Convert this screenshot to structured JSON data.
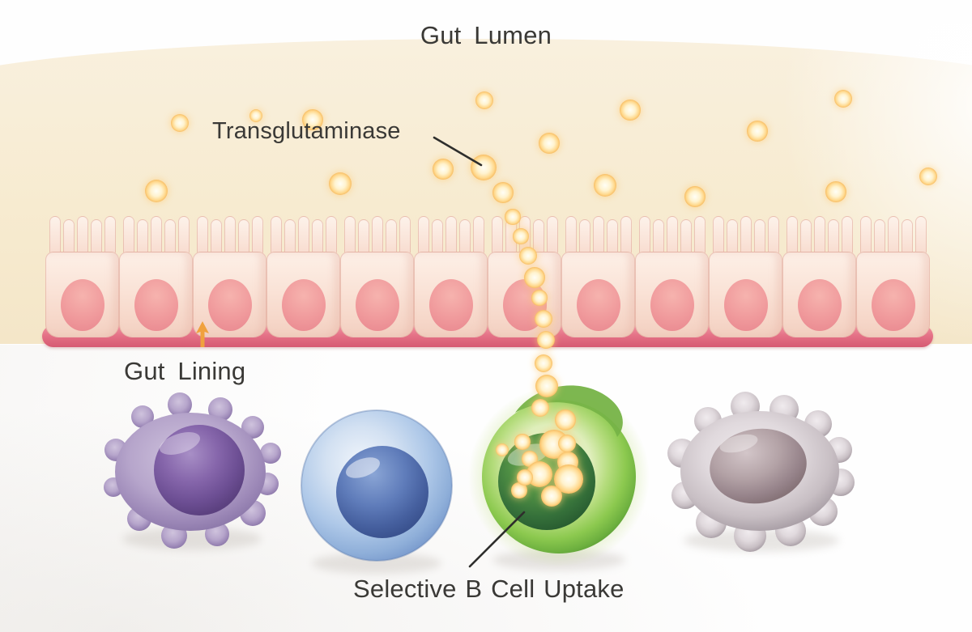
{
  "labels": {
    "gut_lumen": "Gut Lumen",
    "transglutaminase": "Transglutaminase",
    "gut_lining": "Gut Lining",
    "selective_uptake": "Selective B Cell Uptake"
  },
  "colors": {
    "text": "#3a3936",
    "lumen_background": "#f7ebd0",
    "membrane_pink": "#e57287",
    "epithelial_cell_body": "#fae3d7",
    "epithelial_nucleus": "#ef9a9a",
    "particle_gold": "#f5b95a",
    "arrow_orange": "#f0a13e",
    "purple_cell": "#a18fbe",
    "purple_nucleus": "#6d4f94",
    "blue_cell": "#a9c4e6",
    "blue_nucleus": "#46609f",
    "b_cell_green": "#8cc94f",
    "b_cell_nucleus": "#35703a",
    "gray_cell": "#cfc7cc",
    "gray_nucleus": "#97848b"
  },
  "epithelium": {
    "cell_count": 12,
    "villi_per_cell": 5
  },
  "immune_cells": [
    {
      "id": "purple-cell",
      "color": "#a18fbe"
    },
    {
      "id": "blue-cell",
      "color": "#a9c4e6"
    },
    {
      "id": "b-cell",
      "color": "#8cc94f"
    },
    {
      "id": "gray-cell",
      "color": "#cfc7cc"
    }
  ],
  "particles": {
    "lumen": [
      [
        222,
        152,
        7
      ],
      [
        316,
        143,
        5
      ],
      [
        386,
        148,
        8
      ],
      [
        193,
        236,
        9
      ],
      [
        420,
        227,
        9
      ],
      [
        547,
        209,
        8
      ],
      [
        597,
        207,
        10
      ],
      [
        598,
        124,
        7
      ],
      [
        621,
        238,
        8
      ],
      [
        678,
        177,
        8
      ],
      [
        778,
        136,
        8
      ],
      [
        935,
        162,
        8
      ],
      [
        747,
        229,
        9
      ],
      [
        858,
        243,
        8
      ],
      [
        1032,
        237,
        8
      ],
      [
        1041,
        122,
        7
      ],
      [
        1146,
        218,
        7
      ]
    ],
    "stream": [
      [
        633,
        268,
        6
      ],
      [
        643,
        292,
        6
      ],
      [
        652,
        316,
        7
      ],
      [
        660,
        343,
        8
      ],
      [
        666,
        368,
        6
      ],
      [
        671,
        394,
        7
      ],
      [
        674,
        420,
        7
      ],
      [
        671,
        449,
        7
      ],
      [
        675,
        477,
        9
      ],
      [
        667,
        504,
        7
      ],
      [
        698,
        519,
        8
      ],
      [
        645,
        546,
        6
      ],
      [
        684,
        549,
        11
      ],
      [
        654,
        567,
        6
      ],
      [
        701,
        571,
        8
      ],
      [
        666,
        586,
        10
      ],
      [
        702,
        592,
        11
      ],
      [
        641,
        606,
        6
      ],
      [
        681,
        613,
        8
      ],
      [
        700,
        548,
        7
      ],
      [
        620,
        556,
        5
      ],
      [
        648,
        590,
        6
      ]
    ]
  }
}
